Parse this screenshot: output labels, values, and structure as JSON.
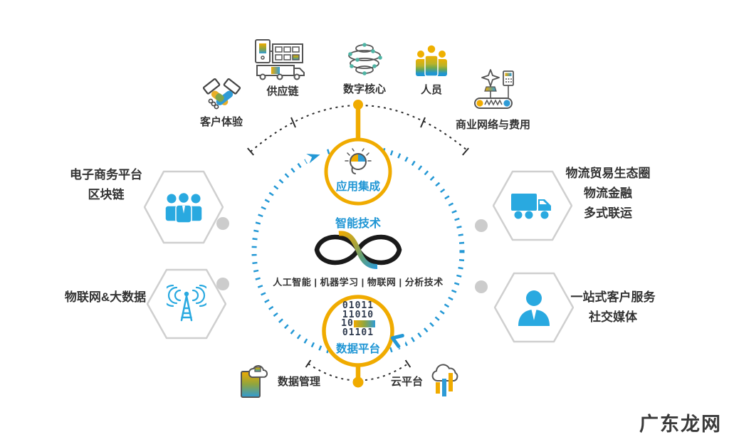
{
  "colors": {
    "gold": "#F0AB00",
    "icon_blue": "#29A9E0",
    "accent_blue": "#2E9BD6",
    "label_blue": "#1E95D4",
    "dotted_circle_blue": "#2498D5",
    "dark_text": "#333333",
    "icon_outline_gray": "#555555",
    "hex_border": "#CFCFCF",
    "connector_dot_gray": "#CCCCCC"
  },
  "top_row": [
    {
      "label": "客户体验",
      "icon": "handshake-icon"
    },
    {
      "label": "供应链",
      "icon": "supply-chain-icon"
    },
    {
      "label": "数字核心",
      "icon": "digital-core-icon"
    },
    {
      "label": "人员",
      "icon": "people-icon"
    },
    {
      "label": "商业网络与费用",
      "icon": "business-network-icon"
    }
  ],
  "center": {
    "top_circle_label": "应用集成",
    "core_title": "智能技术",
    "core_subtitle": "人工智能 | 机器学习 | 物联网 | 分析技术",
    "binary_lines": [
      "01011",
      "11010",
      "10",
      "01101"
    ],
    "bottom_circle_label": "数据平台"
  },
  "left_panels": [
    {
      "lines": [
        "电子商务平台",
        "区块链"
      ],
      "icon": "people-group-icon"
    },
    {
      "lines": [
        "物联网&大数据"
      ],
      "icon": "antenna-icon"
    }
  ],
  "right_panels": [
    {
      "lines": [
        "物流贸易生态圈",
        "物流金融",
        "多式联运"
      ],
      "icon": "truck-icon"
    },
    {
      "lines": [
        "一站式客户服务",
        "社交媒体"
      ],
      "icon": "customer-service-icon"
    }
  ],
  "bottom_row": [
    {
      "label": "数据管理",
      "icon": "data-management-icon"
    },
    {
      "label": "云平台",
      "icon": "cloud-platform-icon"
    }
  ],
  "watermark": "广东龙网"
}
